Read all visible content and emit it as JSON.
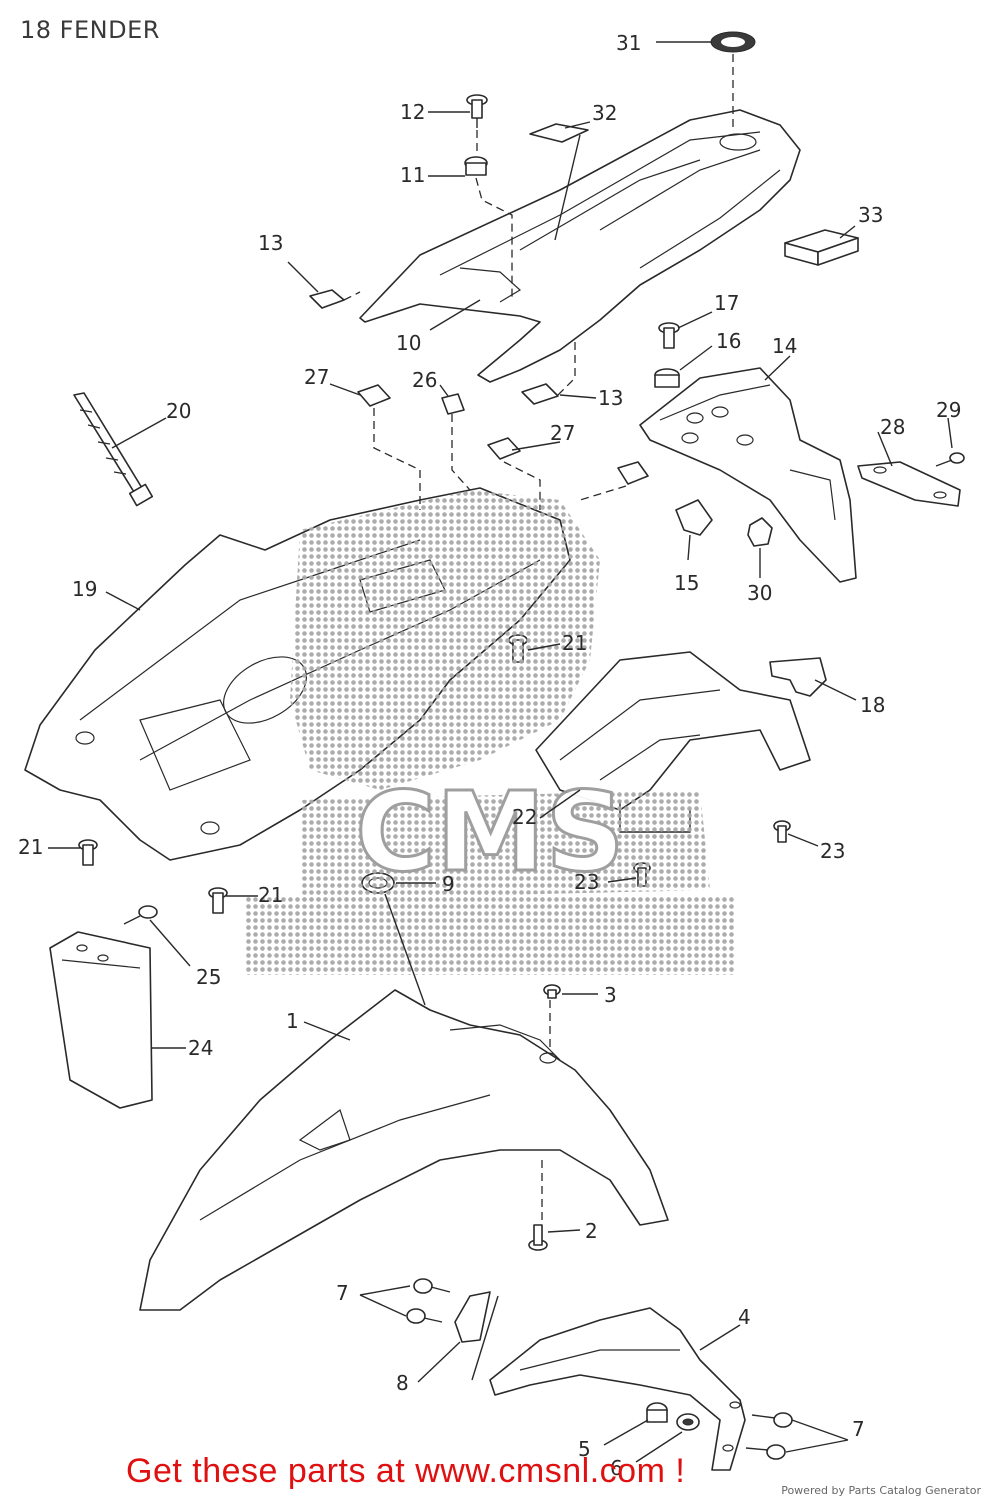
{
  "title": "18 FENDER",
  "watermark_text": "CMS",
  "footer": {
    "cta": "Get these parts at www.cmsnl.com !",
    "powered_by": "Powered by Parts Catalog Generator"
  },
  "callouts": {
    "p1": "1",
    "p2": "2",
    "p3": "3",
    "p4": "4",
    "p5": "5",
    "p6": "6",
    "p7a": "7",
    "p7b": "7",
    "p8": "8",
    "p9": "9",
    "p10": "10",
    "p11": "11",
    "p12": "12",
    "p13a": "13",
    "p13b": "13",
    "p14": "14",
    "p15": "15",
    "p16": "16",
    "p17": "17",
    "p18": "18",
    "p19": "19",
    "p20": "20",
    "p21a": "21",
    "p21b": "21",
    "p21c": "21",
    "p22": "22",
    "p23a": "23",
    "p23b": "23",
    "p24": "24",
    "p25": "25",
    "p26": "26",
    "p27a": "27",
    "p27b": "27",
    "p28": "28",
    "p29": "29",
    "p30": "30",
    "p31": "31",
    "p32": "32",
    "p33": "33"
  },
  "colors": {
    "line": "#2a2a2a",
    "cta": "#e01010",
    "watermark": "#b0b0b0"
  }
}
